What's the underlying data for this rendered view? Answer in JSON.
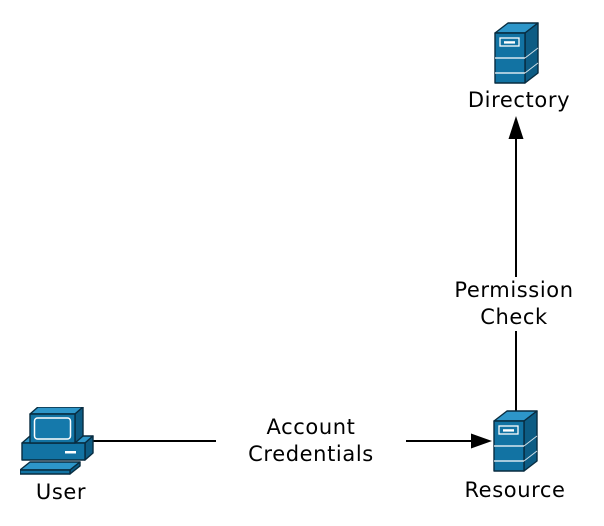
{
  "nodes": {
    "user": {
      "label": "User",
      "icon": "desktop-computer-icon"
    },
    "resource": {
      "label": "Resource",
      "icon": "server-icon"
    },
    "directory": {
      "label": "Directory",
      "icon": "server-icon"
    }
  },
  "edges": {
    "account_credentials": {
      "from": "user",
      "to": "resource",
      "direction": "right",
      "label_line1": "Account",
      "label_line2": "Credentials"
    },
    "permission_check": {
      "from": "resource",
      "to": "directory",
      "direction": "up",
      "label_line1": "Permission",
      "label_line2": "Check"
    }
  },
  "colors": {
    "icon_front": "#1273a3",
    "icon_top": "#2d96c9",
    "icon_side": "#0d5c84",
    "icon_outline": "#082c40",
    "icon_detail": "#ffffff",
    "connector": "#000000",
    "text": "#000000",
    "background": "#ffffff"
  }
}
